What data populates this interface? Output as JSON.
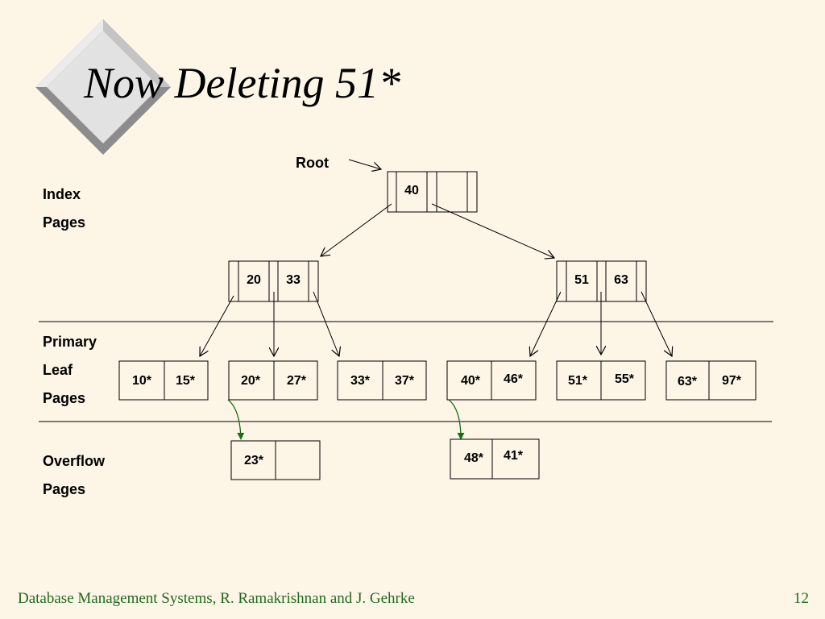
{
  "title": "Now Deleting 51*",
  "labels": {
    "root": "Root",
    "index": [
      "Index",
      "Pages"
    ],
    "primary": [
      "Primary",
      "Leaf",
      "Pages"
    ],
    "overflow": [
      "Overflow",
      "Pages"
    ]
  },
  "tree": {
    "root_keys": [
      "40"
    ],
    "index_left_keys": [
      "20",
      "33"
    ],
    "index_right_keys": [
      "51",
      "63"
    ],
    "leaves": [
      [
        "10*",
        "15*"
      ],
      [
        "20*",
        "27*"
      ],
      [
        "33*",
        "37*"
      ],
      [
        "40*",
        "46*"
      ],
      [
        "51*",
        "55*"
      ],
      [
        "63*",
        "97*"
      ]
    ],
    "overflow": [
      [
        "23*",
        ""
      ],
      [
        "48*",
        "41*"
      ]
    ]
  },
  "footer": {
    "text": "Database Management Systems, R. Ramakrishnan and J. Gehrke",
    "page": "12"
  },
  "colors": {
    "background": "#fdf5e6",
    "footer": "#1f6b1f",
    "overflow_arrow": "#1a6b1a"
  }
}
